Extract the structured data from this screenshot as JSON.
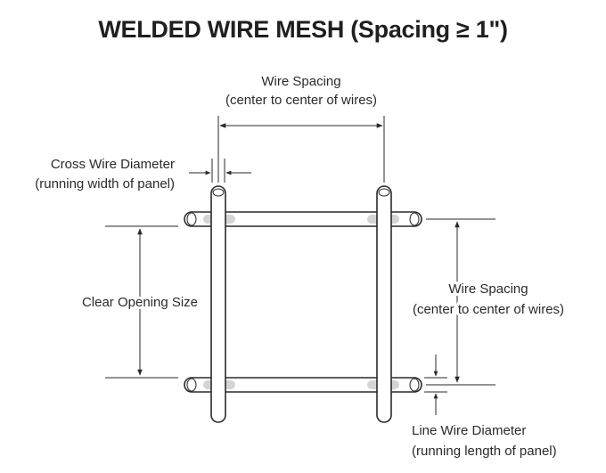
{
  "title": "WELDED WIRE MESH (Spacing ≥ 1\")",
  "labels": {
    "top_spacing_line1": "Wire Spacing",
    "top_spacing_line2": "(center to center of wires)",
    "cross_wire_line1": "Cross Wire Diameter",
    "cross_wire_line2": "(running width of panel)",
    "clear_opening": "Clear Opening Size",
    "right_spacing_line1": "Wire Spacing",
    "right_spacing_line2": "(center to center of wires)",
    "line_wire_line1": "Line Wire Diameter",
    "line_wire_line2": "(running length of panel)"
  },
  "colors": {
    "stroke": "#2a2a2a",
    "wire_fill": "#ffffff",
    "weld_shade": "#d4d4d4"
  }
}
